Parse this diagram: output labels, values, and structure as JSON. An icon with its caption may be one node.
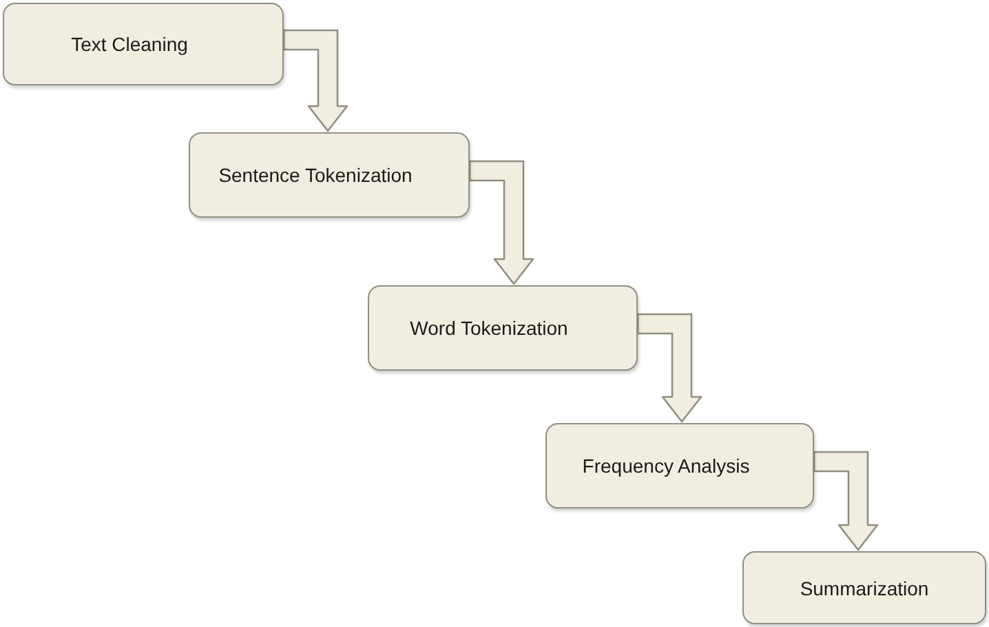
{
  "diagram": {
    "nodes": [
      {
        "text": [
          "Text Cleaning"
        ]
      },
      {
        "text": [
          "Sentence Tokenization"
        ]
      },
      {
        "text": [
          "Word Tokenization"
        ]
      },
      {
        "text": [
          "Frequency Analysis"
        ]
      },
      {
        "text": [
          "Summarization"
        ]
      }
    ],
    "edges": [
      {
        "from": 0,
        "to": 1,
        "arrow": "to"
      },
      {
        "from": 1,
        "to": 2,
        "arrow": "to"
      },
      {
        "from": 2,
        "to": 3,
        "arrow": "to"
      },
      {
        "from": 3,
        "to": 4,
        "arrow": "to"
      }
    ]
  }
}
